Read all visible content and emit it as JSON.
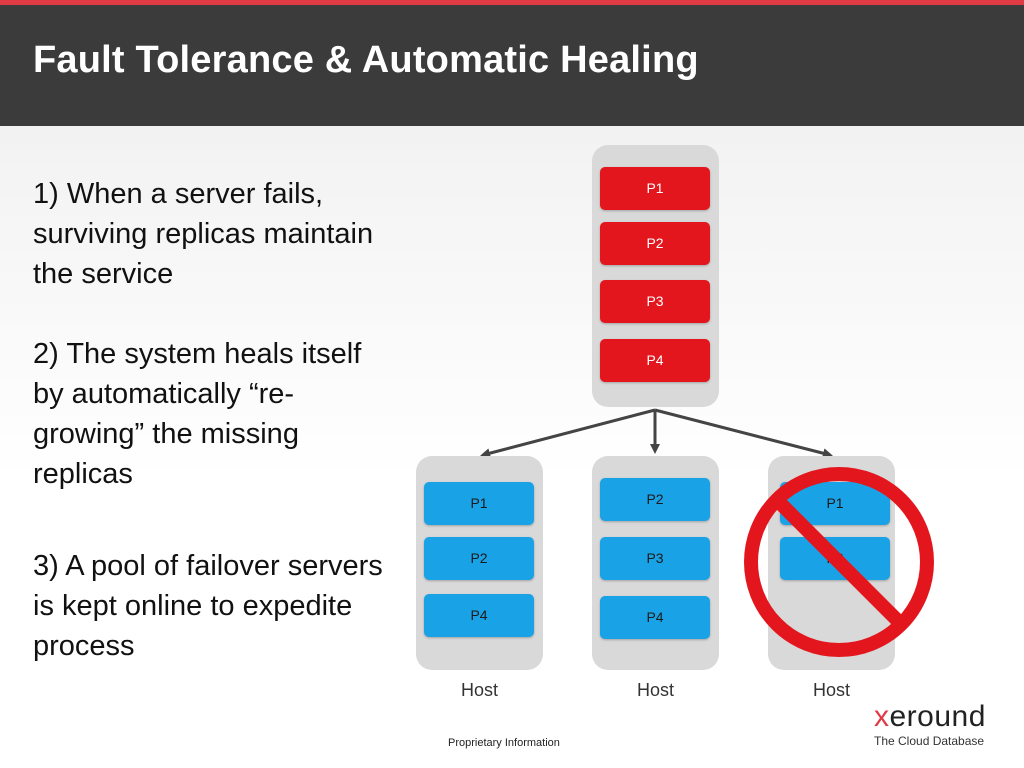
{
  "header": {
    "title": "Fault Tolerance & Automatic Healing"
  },
  "points": [
    "1) When a server fails, surviving replicas maintain the service",
    "2) The system heals itself by automatically “re-growing” the missing replicas",
    "3) A pool of failover servers is kept online to expedite process"
  ],
  "diagram": {
    "top_host": {
      "partitions": [
        "P1",
        "P2",
        "P3",
        "P4"
      ]
    },
    "hosts": [
      {
        "label": "Host",
        "partitions": [
          "P1",
          "P2",
          "P4"
        ]
      },
      {
        "label": "Host",
        "partitions": [
          "P2",
          "P3",
          "P4"
        ]
      },
      {
        "label": "Host",
        "partitions": [
          "P1",
          "P3"
        ],
        "failed": true
      }
    ],
    "colors": {
      "original": "#e3161e",
      "replica": "#1aa2e6",
      "failed_symbol": "#e3161e"
    },
    "icons": {
      "failed": "no-entry-icon",
      "flow": "arrow-icon"
    }
  },
  "brand": {
    "x": "x",
    "rest": "eround",
    "tagline": "The Cloud Database"
  },
  "footer": {
    "note": "Proprietary Information"
  }
}
